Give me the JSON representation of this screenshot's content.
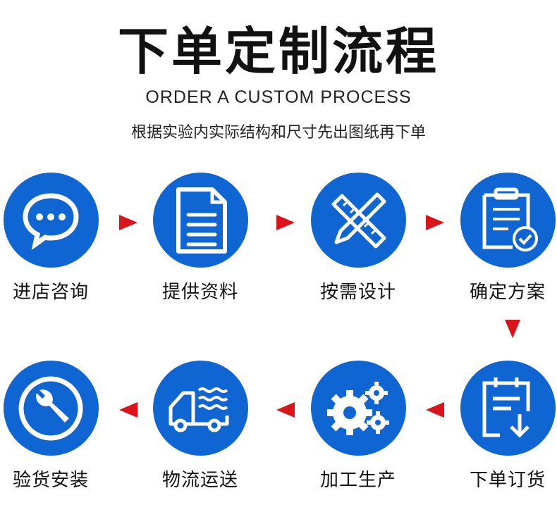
{
  "header": {
    "title": "下单定制流程",
    "subtitle": "ORDER A CUSTOM PROCESS",
    "description": "根据实验内实际结构和尺寸先出图纸再下单"
  },
  "colors": {
    "circle": "#0f65d2",
    "arrow": "#d9141a"
  },
  "steps": [
    {
      "label": "进店咨询",
      "icon": "chat-bubble-icon"
    },
    {
      "label": "提供资料",
      "icon": "document-icon"
    },
    {
      "label": "按需设计",
      "icon": "ruler-pencil-icon"
    },
    {
      "label": "确定方案",
      "icon": "clipboard-check-icon"
    },
    {
      "label": "下单订货",
      "icon": "clipboard-download-icon"
    },
    {
      "label": "加工生产",
      "icon": "gears-icon"
    },
    {
      "label": "物流运送",
      "icon": "delivery-truck-icon"
    },
    {
      "label": "验货安装",
      "icon": "wrench-icon"
    }
  ]
}
